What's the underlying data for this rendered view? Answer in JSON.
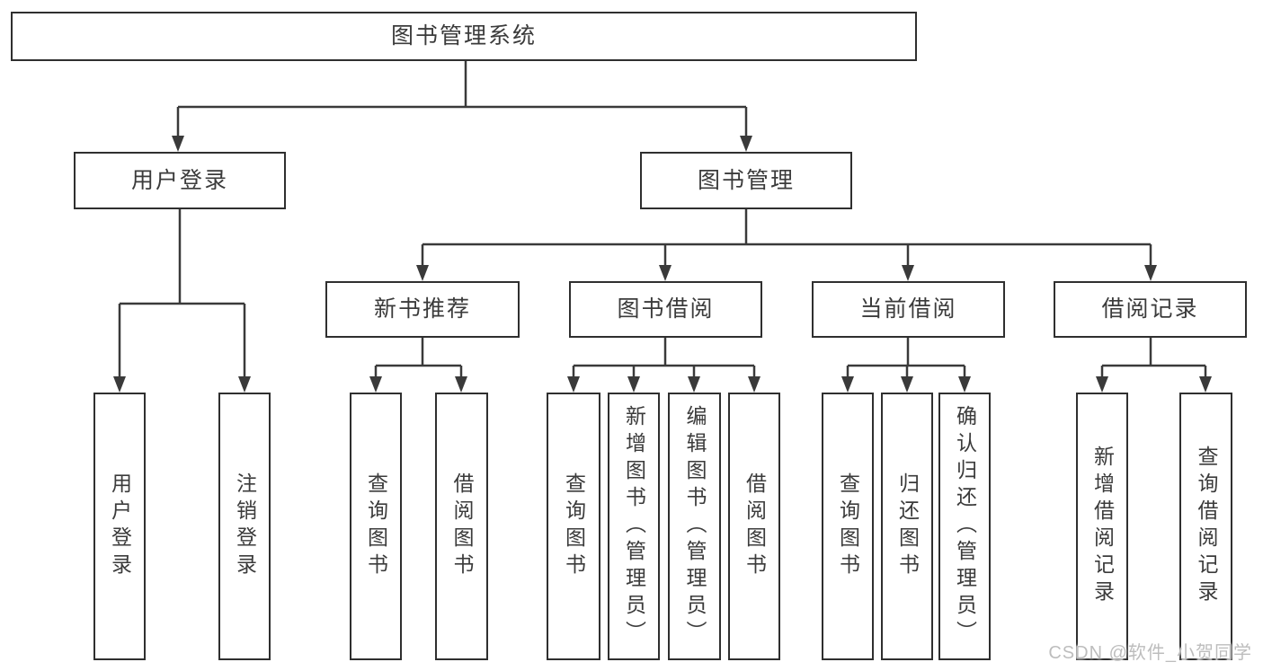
{
  "colors": {
    "background": "#ffffff",
    "line": "#3a3a3a",
    "border": "#2f2f2f",
    "text": "#3b3b3b",
    "watermark": "#bdbdbd"
  },
  "nodes": {
    "root": {
      "label": "图书管理系统"
    },
    "user_login": {
      "label": "用户登录"
    },
    "book_mgmt": {
      "label": "图书管理"
    },
    "new_book_rec": {
      "label": "新书推荐"
    },
    "book_borrow": {
      "label": "图书借阅"
    },
    "current_borrow": {
      "label": "当前借阅"
    },
    "borrow_record": {
      "label": "借阅记录"
    },
    "leaf_user_login": {
      "label": "用户登录"
    },
    "leaf_logout": {
      "label": "注销登录"
    },
    "leaf_query_book_1": {
      "label": "查询图书"
    },
    "leaf_borrow_book_1": {
      "label": "借阅图书"
    },
    "leaf_query_book_2": {
      "label": "查询图书"
    },
    "leaf_add_book": {
      "label": "新增图书（管理员）"
    },
    "leaf_edit_book": {
      "label": "编辑图书（管理员）"
    },
    "leaf_borrow_book_2": {
      "label": "借阅图书"
    },
    "leaf_query_book_3": {
      "label": "查询图书"
    },
    "leaf_return_book": {
      "label": "归还图书"
    },
    "leaf_confirm_return": {
      "label": "确认归还（管理员）"
    },
    "leaf_add_record": {
      "label": "新增借阅记录"
    },
    "leaf_query_record": {
      "label": "查询借阅记录"
    }
  },
  "edges": [
    [
      "root",
      "user_login"
    ],
    [
      "root",
      "book_mgmt"
    ],
    [
      "user_login",
      "leaf_user_login"
    ],
    [
      "user_login",
      "leaf_logout"
    ],
    [
      "book_mgmt",
      "new_book_rec"
    ],
    [
      "book_mgmt",
      "book_borrow"
    ],
    [
      "book_mgmt",
      "current_borrow"
    ],
    [
      "book_mgmt",
      "borrow_record"
    ],
    [
      "new_book_rec",
      "leaf_query_book_1"
    ],
    [
      "new_book_rec",
      "leaf_borrow_book_1"
    ],
    [
      "book_borrow",
      "leaf_query_book_2"
    ],
    [
      "book_borrow",
      "leaf_add_book"
    ],
    [
      "book_borrow",
      "leaf_edit_book"
    ],
    [
      "book_borrow",
      "leaf_borrow_book_2"
    ],
    [
      "current_borrow",
      "leaf_query_book_3"
    ],
    [
      "current_borrow",
      "leaf_return_book"
    ],
    [
      "current_borrow",
      "leaf_confirm_return"
    ],
    [
      "borrow_record",
      "leaf_add_record"
    ],
    [
      "borrow_record",
      "leaf_query_record"
    ]
  ],
  "watermark": {
    "text": "CSDN @软件_小贺同学"
  }
}
